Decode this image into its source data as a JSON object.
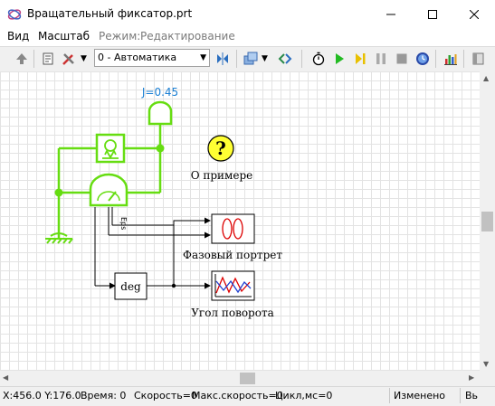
{
  "window": {
    "title": "Вращательный фиксатор.prt"
  },
  "menu": {
    "view": "Вид",
    "scale": "Масштаб",
    "mode_label": "Режим:",
    "mode_value": "Редактирование"
  },
  "toolbar": {
    "mode_select_value": "0 - Автоматика"
  },
  "diagram": {
    "j_label": "J=0.45",
    "help_label": "О примере",
    "help_symbol": "?",
    "eps_label": "Eps",
    "deg_label": "deg",
    "phase_label": "Фазовый портрет",
    "angle_label": "Угол поворота"
  },
  "status": {
    "coords": "X:456.0  Y:176.0",
    "time": "Время: 0",
    "speed": "Скорость=0",
    "max_speed": "Макс.скорость=0",
    "cycle": "Цикл,мс=0",
    "modified": "Изменено",
    "extra": "Вь"
  },
  "colors": {
    "wire_green": "#66dd11",
    "label_blue": "#1a7fd4",
    "help_yellow": "#ffff33"
  }
}
